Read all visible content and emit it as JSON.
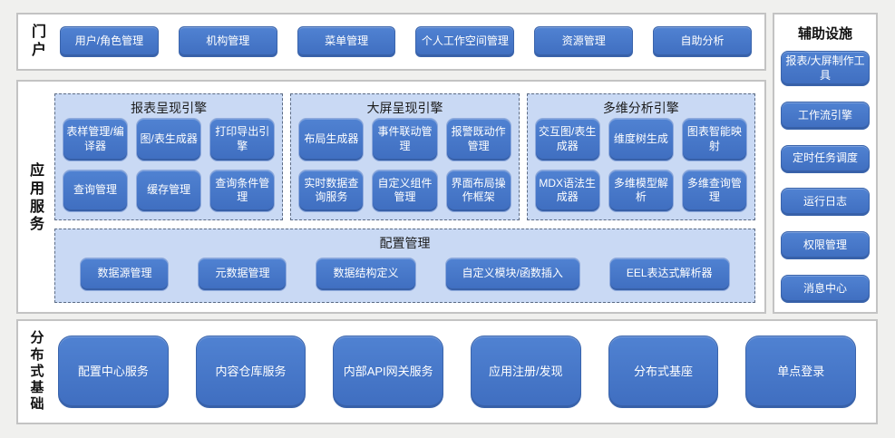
{
  "portal": {
    "label": "门户",
    "buttons": [
      "用户/角色管理",
      "机构管理",
      "菜单管理",
      "个人工作空间管理",
      "资源管理",
      "自助分析"
    ]
  },
  "app_services": {
    "label": "应用服务",
    "engines": [
      {
        "title": "报表呈现引擎",
        "items": [
          "表样管理/编译器",
          "图/表生成器",
          "打印导出引擎",
          "查询管理",
          "缓存管理",
          "查询条件管理"
        ]
      },
      {
        "title": "大屏呈现引擎",
        "items": [
          "布局生成器",
          "事件联动管理",
          "报警既动作管理",
          "实时数据查询服务",
          "自定义组件管理",
          "界面布局操作框架"
        ]
      },
      {
        "title": "多维分析引擎",
        "items": [
          "交互图/表生成器",
          "维度树生成",
          "图表智能映射",
          "MDX语法生成器",
          "多维模型解析",
          "多维查询管理"
        ]
      }
    ],
    "config": {
      "title": "配置管理",
      "items": [
        "数据源管理",
        "元数据管理",
        "数据结构定义",
        "自定义模块/函数插入",
        "EEL表达式解析器"
      ]
    }
  },
  "distributed": {
    "label": "分布式基础",
    "buttons": [
      "配置中心服务",
      "内容仓库服务",
      "内部API网关服务",
      "应用注册/发现",
      "分布式基座",
      "单点登录"
    ]
  },
  "auxiliary": {
    "title": "辅助设施",
    "buttons": [
      "报表/大屏制作工具",
      "工作流引擎",
      "定时任务调度",
      "运行日志",
      "权限管理",
      "消息中心"
    ]
  },
  "colors": {
    "button_fill": "#4472C4",
    "button_border": "#3A64AB",
    "group_fill": "#C9D9F4",
    "group_border": "#5B6B85",
    "panel_border": "#C3C3C3",
    "background": "#F0F0EE",
    "button_text": "#FFFFFF"
  }
}
